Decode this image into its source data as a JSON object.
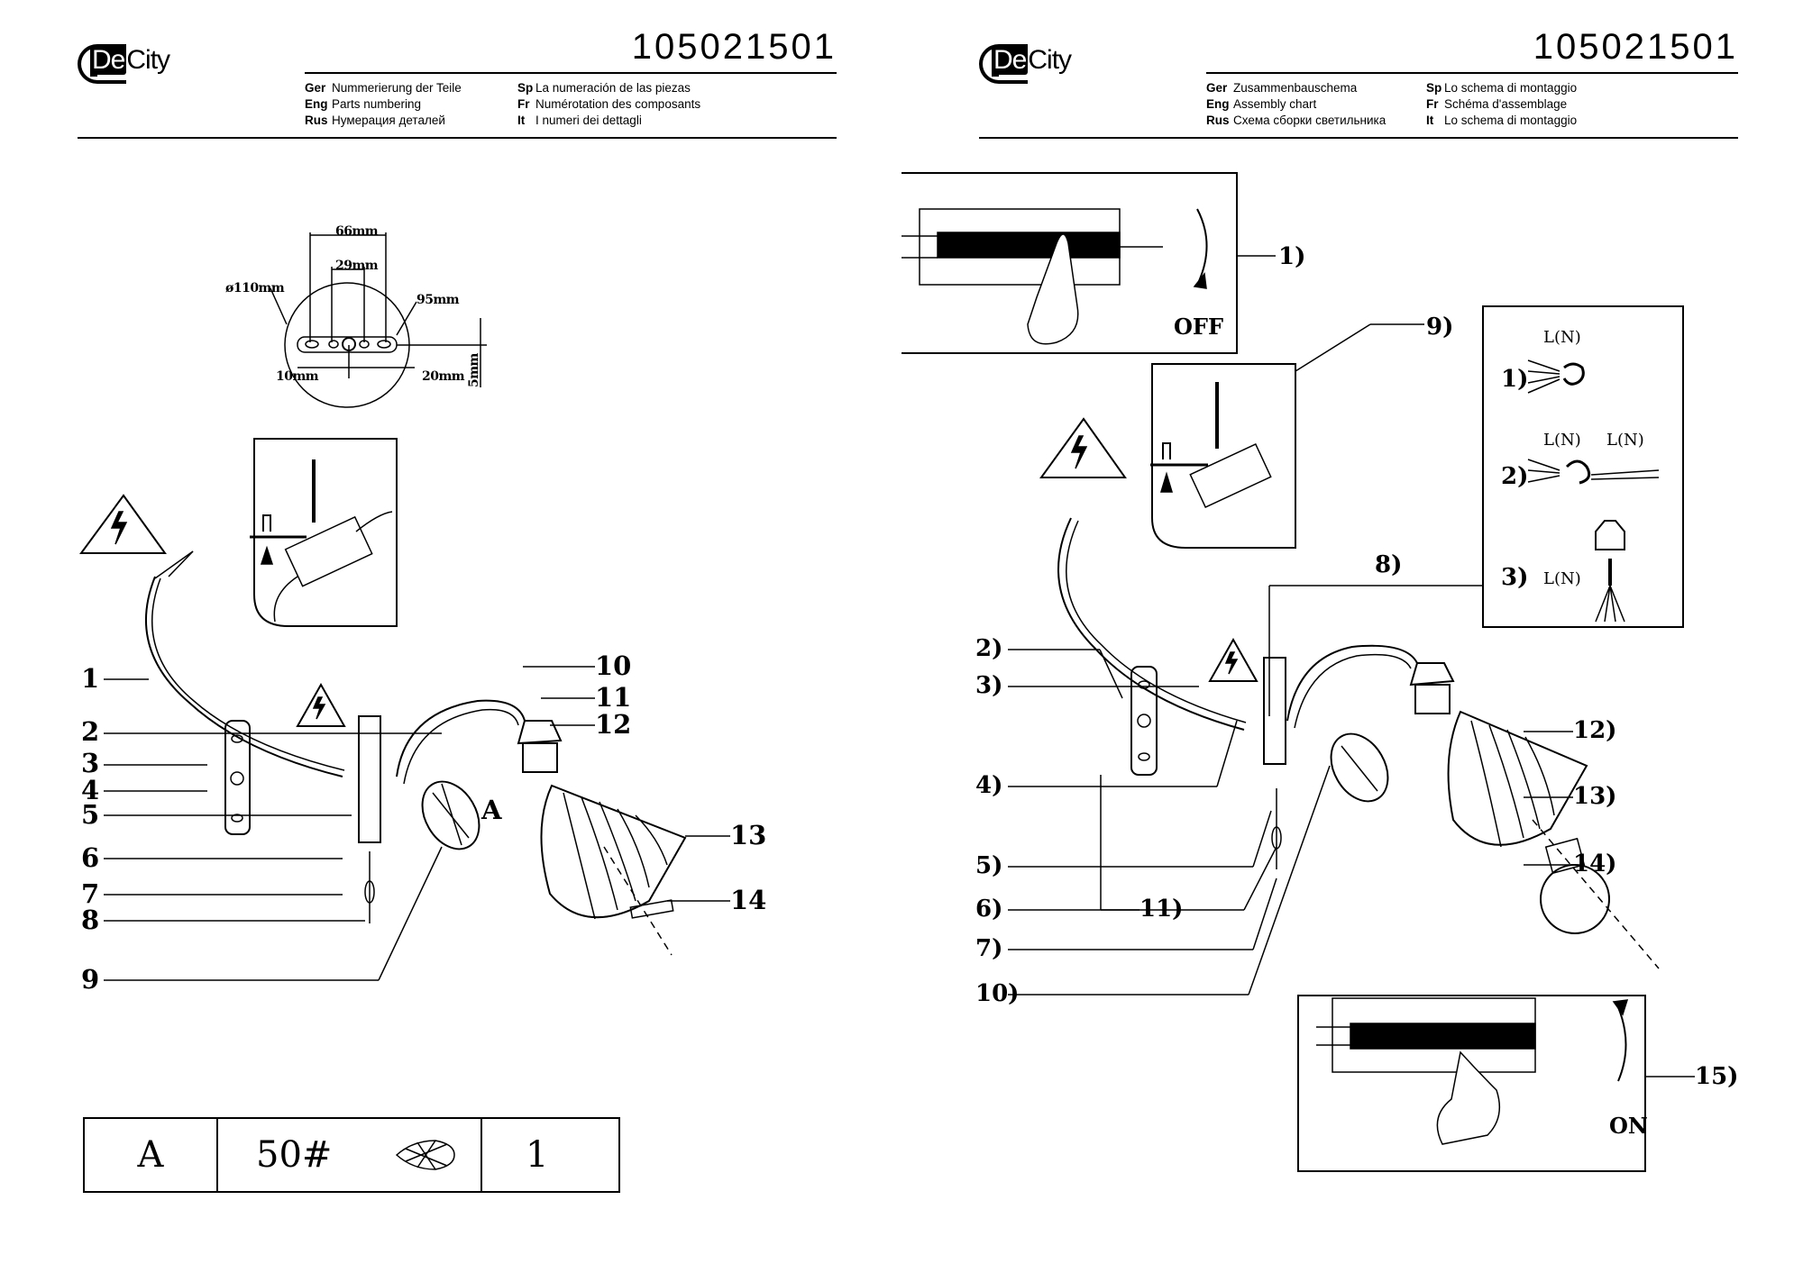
{
  "brand": "DeCity",
  "pages": {
    "left": {
      "doc_number": "105021501",
      "langs_col1": [
        {
          "code": "Ger",
          "text": "Nummerierung der Teile"
        },
        {
          "code": "Eng",
          "text": "Parts numbering"
        },
        {
          "code": "Rus",
          "text": "Нумерация деталей"
        }
      ],
      "langs_col2": [
        {
          "code": "Sp",
          "text": "La numeración de las piezas"
        },
        {
          "code": "Fr",
          "text": "Numérotation des composants"
        },
        {
          "code": "It",
          "text": "I numeri dei dettagli"
        }
      ],
      "dimensions": {
        "d66": "66mm",
        "d29": "29mm",
        "d110": "ø110mm",
        "d95": "95mm",
        "d10": "10mm",
        "d20": "20mm",
        "d5": "5mm"
      },
      "parts": [
        "1",
        "2",
        "3",
        "4",
        "5",
        "6",
        "7",
        "8",
        "9",
        "10",
        "11",
        "12",
        "13",
        "14"
      ],
      "marker_a": "A",
      "table": {
        "letter": "A",
        "code": "50#",
        "qty": "1"
      }
    },
    "right": {
      "doc_number": "105021501",
      "langs_col1": [
        {
          "code": "Ger",
          "text": "Zusammenbauschema"
        },
        {
          "code": "Eng",
          "text": "Assembly chart"
        },
        {
          "code": "Rus",
          "text": "Схема сборки светильника"
        }
      ],
      "langs_col2": [
        {
          "code": "Sp",
          "text": "Lo schema di montaggio"
        },
        {
          "code": "Fr",
          "text": "Schéma d'assemblage"
        },
        {
          "code": "It",
          "text": "Lo schema di montaggio"
        }
      ],
      "off_label": "OFF",
      "on_label": "ON",
      "wire_label": "L(N)",
      "steps": [
        "1)",
        "2)",
        "3)",
        "4)",
        "5)",
        "6)",
        "7)",
        "8)",
        "9)",
        "10)",
        "11)",
        "12)",
        "13)",
        "14)",
        "15)"
      ],
      "wire_steps": [
        "1)",
        "2)",
        "3)"
      ]
    }
  }
}
